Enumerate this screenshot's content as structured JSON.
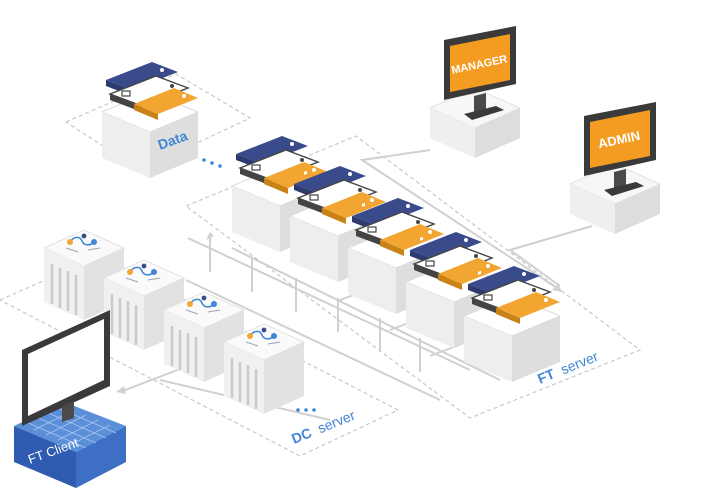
{
  "zones": {
    "data": {
      "label": "Data"
    },
    "ft_server": {
      "label_bold": "FT",
      "label_light": "server"
    },
    "dc_server": {
      "label_bold": "DC",
      "label_light": "server"
    },
    "ft_client": {
      "label": "FT Client"
    }
  },
  "monitors": {
    "manager": {
      "screen_text": "MANAGER"
    },
    "admin": {
      "screen_text": "ADMIN"
    }
  },
  "colors": {
    "accent_blue": "#3f86d6",
    "server_navy": "#3a4b8c",
    "server_orange": "#f2a531",
    "screen_orange": "#f39c21",
    "cube_fill": "#f1f1f1",
    "line_gray": "#cfcfcf"
  },
  "icons": {
    "dc_cube": "connection-node-icon",
    "server_rack": "server-rack-icon",
    "monitor": "monitor-icon"
  }
}
